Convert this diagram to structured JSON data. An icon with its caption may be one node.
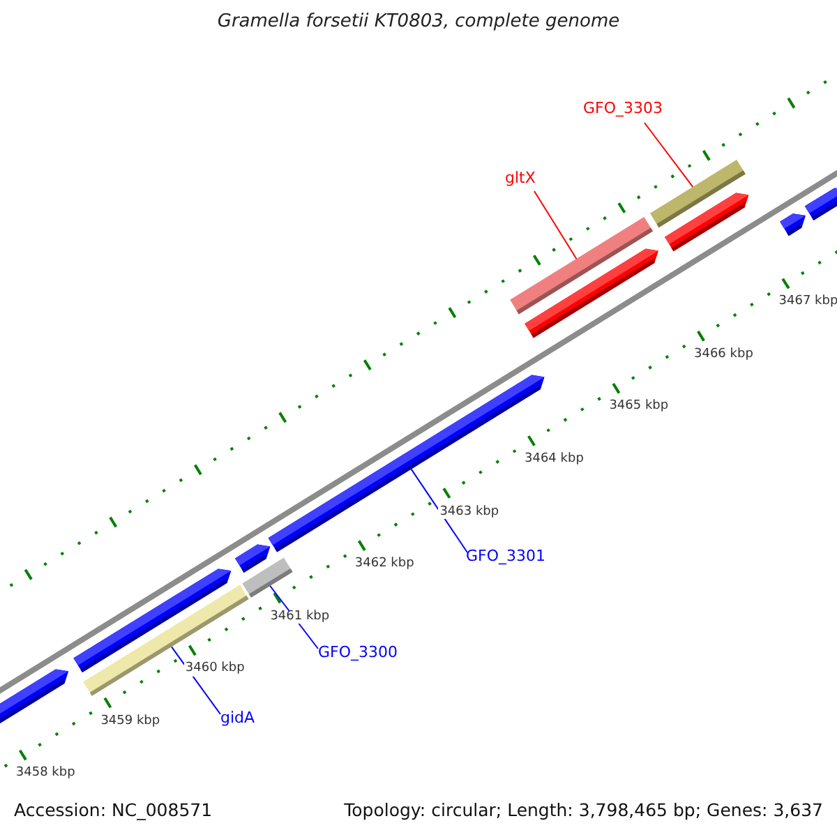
{
  "diagram": {
    "title": "Gramella forsetii KT0803, complete genome",
    "nodes": [
      {
        "text": [
          "GFO_3303"
        ]
      },
      {
        "text": [],
        "shape": "bar"
      },
      {
        "text": [
          "gltX"
        ]
      },
      {
        "text": [],
        "shape": "bar"
      },
      {
        "text": [
          "GFO_3301"
        ]
      },
      {
        "text": [],
        "shape": "arrow"
      },
      {
        "text": [
          "GFO_3300"
        ]
      },
      {
        "text": [],
        "shape": "bar"
      },
      {
        "text": [
          "gidA"
        ]
      },
      {
        "text": [],
        "shape": "bar"
      }
    ],
    "edges": [
      {
        "from": 0,
        "to": 1,
        "arrow": "none",
        "color": "#ff0000"
      },
      {
        "from": 2,
        "to": 3,
        "arrow": "none",
        "color": "#ff0000"
      },
      {
        "from": 4,
        "to": 5,
        "arrow": "none"
      },
      {
        "from": 6,
        "to": 7,
        "arrow": "none"
      },
      {
        "from": 8,
        "to": 9,
        "arrow": "none"
      }
    ],
    "labels": [
      "3467 kbp",
      "3466 kbp",
      "3465 kbp",
      "3464 kbp",
      "3463 kbp",
      "3462 kbp",
      "3461 kbp",
      "3460 kbp",
      "3459 kbp",
      "3458 kbp",
      "Accession: NC_008571",
      "Topology: circular; Length: 3,798,465 bp; Genes: 3,637"
    ]
  }
}
